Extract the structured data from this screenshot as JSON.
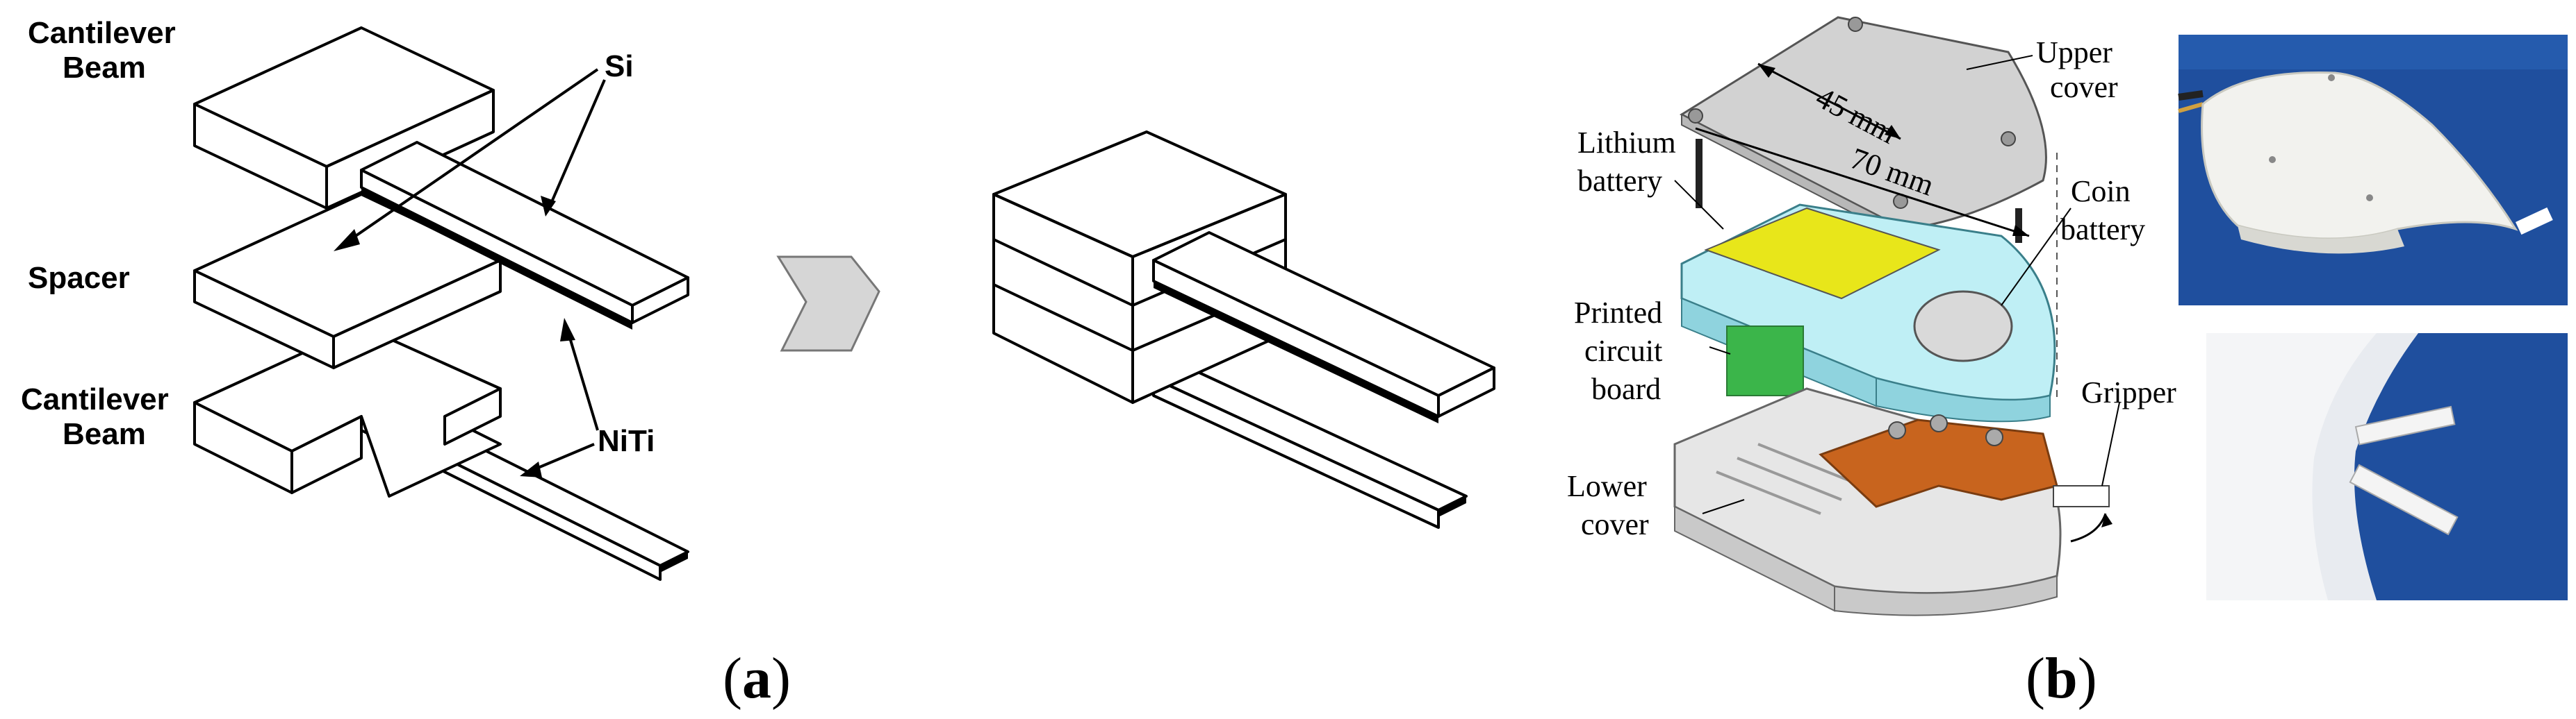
{
  "panel_a": {
    "labels": {
      "cantilever_beam_top": [
        "Cantilever",
        "Beam"
      ],
      "spacer": "Spacer",
      "cantilever_beam_bottom": [
        "Cantilever",
        "Beam"
      ],
      "si": "Si",
      "niti": "NiTi"
    },
    "caption": {
      "open": "(",
      "letter": "a",
      "close": ")"
    }
  },
  "panel_b": {
    "labels": {
      "upper_cover": [
        "Upper",
        "cover"
      ],
      "lithium_battery": [
        "Lithium",
        "battery"
      ],
      "coin_battery": [
        "Coin",
        "battery"
      ],
      "printed_circuit_board": [
        "Printed",
        "circuit",
        "board"
      ],
      "gripper": "Gripper",
      "lower_cover": [
        "Lower",
        "cover"
      ],
      "dim_45": "45 mm",
      "dim_70": "70 mm"
    },
    "caption": {
      "open": "(",
      "letter": "b",
      "close": ")"
    }
  },
  "colors": {
    "lithium_battery": "#e8e61a",
    "pcb_green": "#3bb54a",
    "cyan_body": "#bfeff5",
    "orange_gripper": "#c8641e",
    "photo_blue": "#1f4f9e",
    "cover_gray": "#cfcfcf"
  }
}
